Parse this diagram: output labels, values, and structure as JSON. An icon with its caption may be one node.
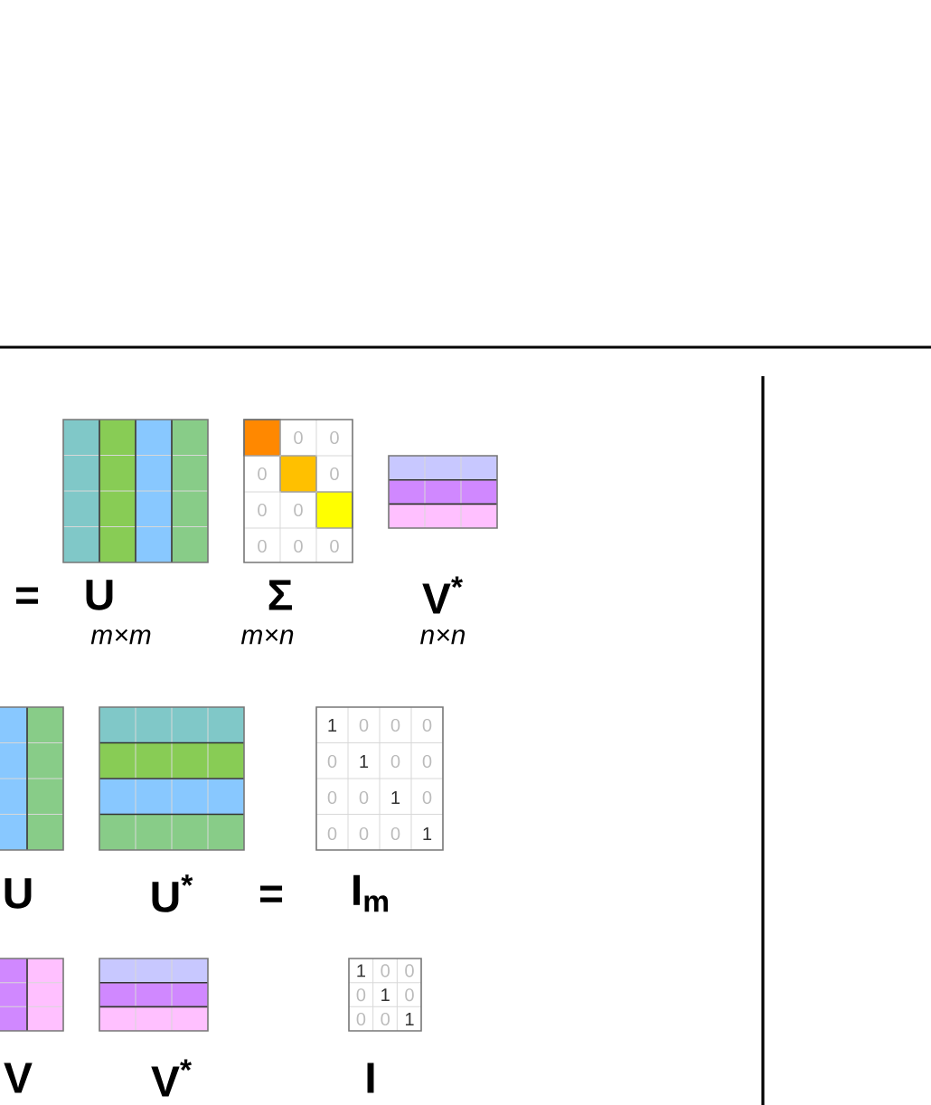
{
  "diagram": {
    "labels": [
      "0",
      "0",
      "0",
      "0",
      "0",
      "0",
      "0",
      "0",
      "0",
      "=",
      "U",
      "Σ",
      "V$^{*}$",
      "m×m",
      "m×n",
      "n×n",
      "1",
      "0",
      "0",
      "0",
      "0",
      "1",
      "0",
      "0",
      "0",
      "0",
      "1",
      "0",
      "0",
      "0",
      "0",
      "1",
      "U",
      "U$^{*}$",
      "=",
      "I$_{m}$",
      "1",
      "0",
      "0",
      "0",
      "1",
      "0",
      "0",
      "0",
      "1",
      "V",
      "V$^{*}$",
      "I"
    ]
  }
}
